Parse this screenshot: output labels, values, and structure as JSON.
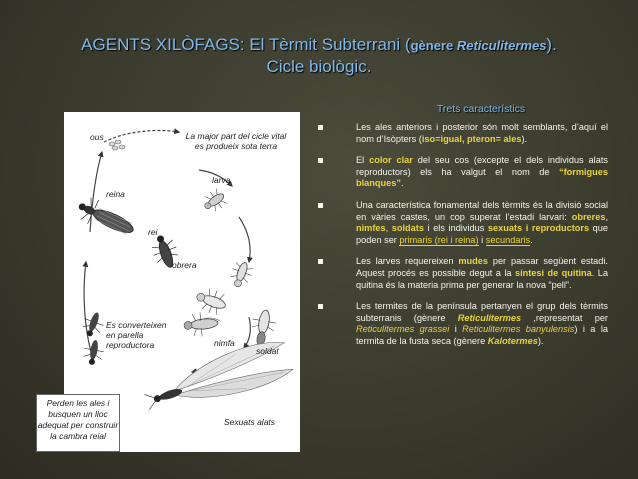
{
  "title": {
    "line1_prefix": "AGENTS XILÒFAGS: El Tèrmit Subterrani (",
    "line1_gen": "gènere ",
    "line1_genus": "Reticulitermes",
    "line1_suffix": ").",
    "line2": "Cicle biològic."
  },
  "diagram": {
    "labels": {
      "ous": "ous",
      "majority": "La major part del cicle vital es produeix sota terra",
      "larva": "larva",
      "reina": "reina",
      "rei": "rei",
      "obrera": "obrera",
      "converteixen": "Es converteixen en parella reproductora",
      "nimfa": "nimfa",
      "soldat": "soldat",
      "sexuats": "Sexuats alats"
    },
    "callout": "Perden les ales i busquen un lloc adequat per construir la cambra reial"
  },
  "traits": {
    "heading": "Trets característics",
    "b1": {
      "t1": "Les ales anteriors i posterior són molt semblants, d’aquí el nom d’Isòpters (",
      "h1": "iso=igual, pteron= ales",
      "t2": ")."
    },
    "b2": {
      "t1": "El ",
      "h1": "color clar",
      "t2": " del seu cos (excepte el dels individus alats reproductors) els ha valgut el nom de ",
      "h2": "“formigues blanques”",
      "t3": "."
    },
    "b3": {
      "t1": "Una característica fonamental dels tèrmits és la divisió social en vàries castes, un cop superat l’estadi larvari: ",
      "h1": "obreres",
      "t2": ", ",
      "h2": "nimfes",
      "t3": ", ",
      "h3": "soldats",
      "t4": " i els individus ",
      "h4": "sexuats i reproductors",
      "t5": " que poden ser ",
      "h5": "primaris (rei i reina)",
      "t6": " i ",
      "h6": "secundaris",
      "t7": "."
    },
    "b4": {
      "t1": "Les larves requereixen ",
      "h1": "mudes",
      "t2": " per passar següent estadi. Aquest procés es possible degut a la ",
      "h2": "síntesi de quitina",
      "t3": ". La quitina és la materia prima per generar la nova “pell”."
    },
    "b5": {
      "t1": "Les termites de la península pertanyen el grup dels tèrmits subterranis (gènere ",
      "h1": "Reticulitermes",
      "t2": " ,representat per ",
      "h2": "Reticulitermes grassei",
      "t3": " i ",
      "h3": "Reticulitermes banyulensis",
      "t4": ") i a la termita de la fusta seca (gènere ",
      "h4": "Kalotermes",
      "t5": ")."
    }
  },
  "colors": {
    "background": "#3a3a2c",
    "title": "#7fb8ea",
    "highlight": "#e8d43a",
    "text": "#f4f4ec"
  }
}
